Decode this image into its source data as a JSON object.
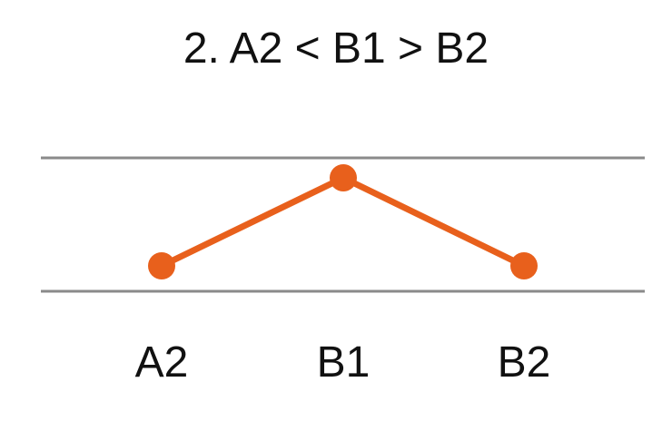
{
  "title": "2. A2 < B1 > B2",
  "colors": {
    "line": "#e8601c",
    "guide": "#8a8a8a",
    "text": "#111111"
  },
  "points": [
    {
      "label": "A2",
      "level": "low"
    },
    {
      "label": "B1",
      "level": "high"
    },
    {
      "label": "B2",
      "level": "low"
    }
  ]
}
